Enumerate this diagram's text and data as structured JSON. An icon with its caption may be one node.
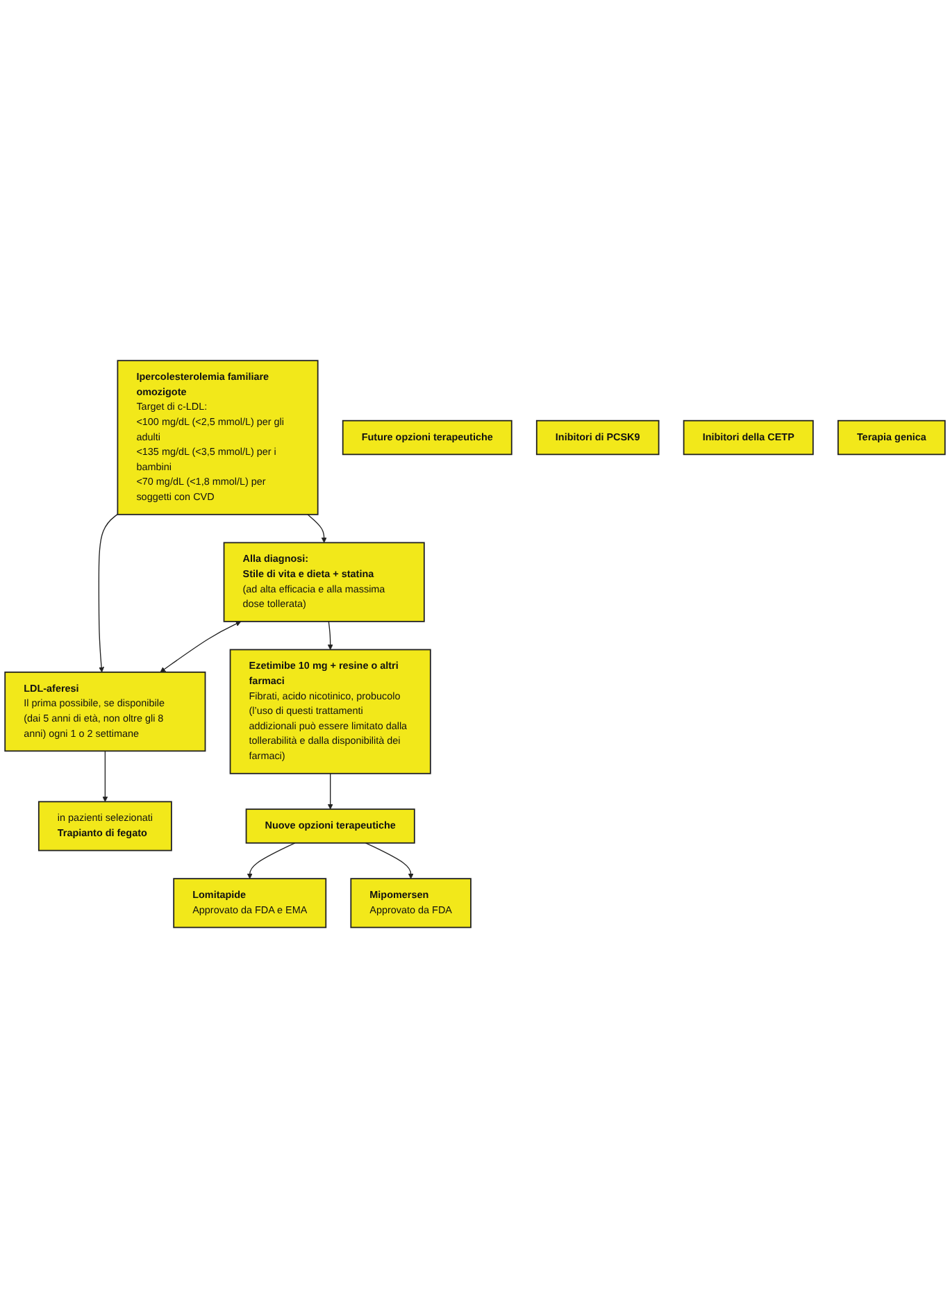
{
  "diagram": {
    "nodes": [
      {
        "text": [
          "Ipercolesterolemia familiare omozigote",
          "Target di c-LDL:",
          "<100 mg/dL (<2,5 mmol/L) per gli adulti",
          "<135 mg/dL (<3,5 mmol/L) per i bambini",
          "<70 mg/dL (<1,8 mmol/L) per soggetti con CVD"
        ]
      },
      {
        "text": [
          "Alla diagnosi:",
          "Stile di vita e dieta + statina",
          "(ad alta efficacia e alla massima dose tollerata)"
        ]
      },
      {
        "text": [
          "LDL-aferesi",
          "Il prima possibile, se disponibile (dai 5 anni di età, non oltre gli 8 anni) ogni 1 o 2 settimane"
        ]
      },
      {
        "text": [
          "Ezetimibe 10 mg + resine o altri farmaci",
          "Fibrati, acido nicotinico, probucolo (l’uso di questi trattamenti addizionali può essere limitato dalla tollerabilità e dalla disponibilità dei farmaci)"
        ]
      },
      {
        "text": [
          "in pazienti selezionati",
          "Trapianto di fegato"
        ]
      },
      {
        "text": [
          "Nuove opzioni terapeutiche"
        ]
      },
      {
        "text": [
          "Lomitapide",
          "Approvato da FDA e EMA"
        ]
      },
      {
        "text": [
          "Mipomersen",
          "Approvato da FDA"
        ]
      },
      {
        "text": [
          "Future opzioni terapeutiche"
        ]
      },
      {
        "text": [
          "Inibitori di PCSK9"
        ]
      },
      {
        "text": [
          "Inibitori della CETP"
        ]
      },
      {
        "text": [
          "Terapia genica"
        ]
      }
    ],
    "edges": [
      {
        "from": 0,
        "to": 1,
        "arrow": "to"
      },
      {
        "from": 0,
        "to": 2,
        "arrow": "to"
      },
      {
        "from": 1,
        "to": 2,
        "arrow": "both"
      },
      {
        "from": 1,
        "to": 3,
        "arrow": "to"
      },
      {
        "from": 2,
        "to": 4,
        "arrow": "to"
      },
      {
        "from": 3,
        "to": 5,
        "arrow": "to"
      },
      {
        "from": 5,
        "to": 6,
        "arrow": "to"
      },
      {
        "from": 5,
        "to": 7,
        "arrow": "to"
      }
    ]
  }
}
